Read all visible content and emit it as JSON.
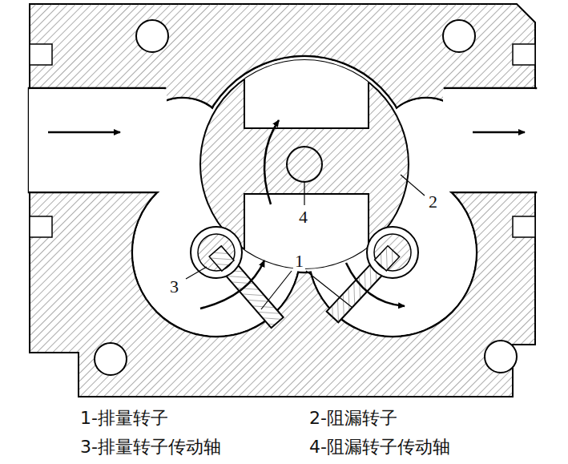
{
  "diagram": {
    "labels": [
      "1",
      "2",
      "3",
      "4",
      "1-排量转子",
      "2-阻漏转子",
      "3-排量转子传动轴",
      "4-阻漏转子传动轴"
    ]
  }
}
